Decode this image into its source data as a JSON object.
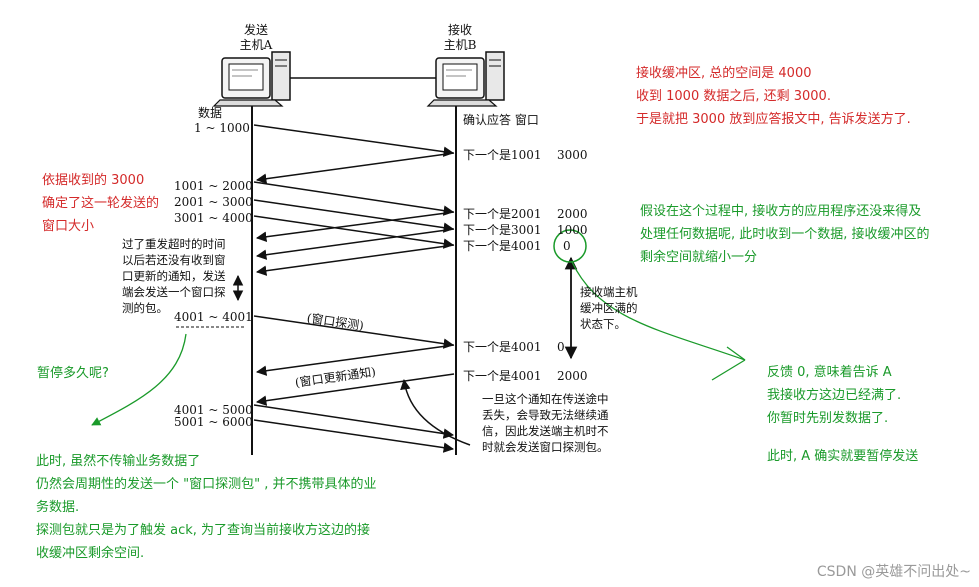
{
  "hosts": {
    "sender": {
      "line1": "发送",
      "line2": "主机A"
    },
    "receiver": {
      "line1": "接收",
      "line2": "主机B"
    }
  },
  "left_header": {
    "line1": "数据",
    "line2": "1 ~ 1000"
  },
  "right_header": "确认应答 窗口",
  "data_segments": [
    "1001 ~ 2000",
    "2001 ~ 3000",
    "3001 ~ 4000",
    "4001 ~ 4001",
    "4001 ~ 5000",
    "5001 ~ 6000"
  ],
  "acks": [
    {
      "label": "下一个是1001",
      "window": "3000"
    },
    {
      "label": "下一个是2001",
      "window": "2000"
    },
    {
      "label": "下一个是3001",
      "window": "1000"
    },
    {
      "label": "下一个是4001",
      "window": "0"
    },
    {
      "label": "下一个是4001",
      "window": "0"
    },
    {
      "label": "下一个是4001",
      "window": "2000"
    }
  ],
  "probe_label": "(窗口探测)",
  "update_label": "(窗口更新通知)",
  "timeout_note": [
    "过了重发超时的时间",
    "以后若还没有收到窗",
    "口更新的通知，发送",
    "端会发送一个窗口探",
    "测的包。"
  ],
  "buffer_full_note": [
    "接收端主机",
    "缓冲区满的",
    "状态下。"
  ],
  "lost_note": [
    "一旦这个通知在传送途中",
    "丢失，会导致无法继续通",
    "信，因此发送端主机时不",
    "时就会发送窗口探测包。"
  ],
  "annotations": {
    "top_right": [
      "接收缓冲区, 总的空间是 4000",
      "收到 1000 数据之后, 还剩 3000.",
      "于是就把 3000 放到应答报文中, 告诉发送方了."
    ],
    "left_red": [
      "依据收到的 3000",
      "确定了这一轮发送的",
      "窗口大小"
    ],
    "middle_right": [
      "假设在这个过程中, 接收方的应用程序还没来得及",
      "处理任何数据呢, 此时收到一个数据, 接收缓冲区的",
      "剩余空间就缩小一分"
    ],
    "pause_question": "暂停多久呢?",
    "bottom_left": [
      "此时, 虽然不传输业务数据了",
      "仍然会周期性的发送一个 \"窗口探测包\" , 并不携带具体的业",
      "务数据.",
      "探测包就只是为了触发 ack, 为了查询当前接收方这边的接",
      "收缓冲区剩余空间."
    ],
    "feedback": [
      "反馈 0, 意味着告诉 A",
      "我接收方这边已经满了.",
      "你暂时先别发数据了."
    ],
    "pause_now": "此时, A 确实就要暂停发送"
  },
  "watermark": "CSDN @英雄不问出处~",
  "colors": {
    "red": "#d42a2a",
    "green": "#1a9a2a",
    "ink": "#111111"
  }
}
